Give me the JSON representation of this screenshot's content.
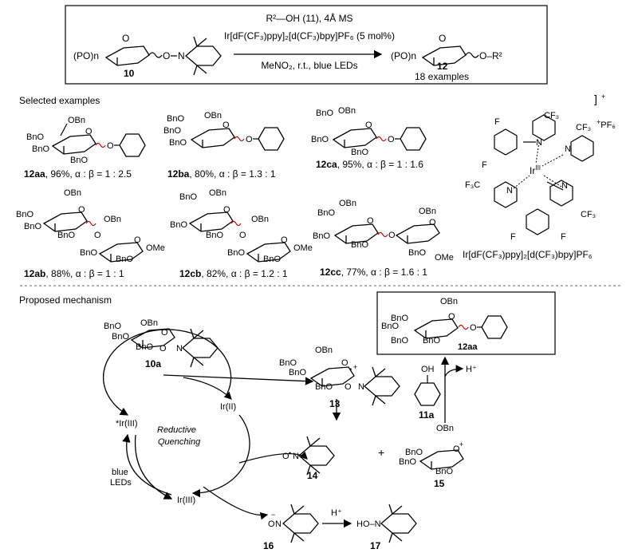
{
  "scheme": {
    "reagent_line1": "R²—OH (11), 4Å MS",
    "reagent_line2": "Ir[dF(CF₃)ppy]₂[d(CF₃)bpy]PF₆ (5 mol%)",
    "reagent_line3": "MeNO₂, r.t., blue LEDs",
    "start_label": "10",
    "product_label": "12",
    "product_count": "18 examples",
    "start_po": "(PO)n",
    "start_o": "O",
    "start_on": "O",
    "start_n": "N",
    "product_po": "(PO)n",
    "product_or": "O–R²"
  },
  "examples": {
    "heading": "Selected examples",
    "items": [
      {
        "id": "12aa",
        "caption": ", 96%, α : β = 1 : 2.5"
      },
      {
        "id": "12ba",
        "caption": ", 80%, α : β = 1.3 : 1"
      },
      {
        "id": "12ca",
        "caption": ", 95%, α : β = 1 : 1.6"
      },
      {
        "id": "12ab",
        "caption": ", 88%, α : β = 1 : 1"
      },
      {
        "id": "12cb",
        "caption": ", 82%, α : β = 1.2 : 1"
      },
      {
        "id": "12cc",
        "caption": ", 77%, α : β = 1.6 : 1"
      }
    ]
  },
  "labels": {
    "bn": "BnO",
    "obn": "OBn",
    "o": "O",
    "ome": "OMe",
    "n": "N",
    "plus": "+",
    "minus": "−",
    "dot": "•"
  },
  "catalyst": {
    "name": "Ir[dF(CF₃)ppy]₂[d(CF₃)bpy]PF₆",
    "metal": "Ir",
    "oxidation": "III",
    "counterion": "PF₆",
    "charge": "+",
    "cf3": "CF₃",
    "f3c": "F₃C",
    "f": "F",
    "n": "N"
  },
  "mechanism": {
    "heading": "Proposed mechanism",
    "compound_10a": "10a",
    "compound_13": "13",
    "compound_14": "14",
    "compound_15": "15",
    "compound_16": "16",
    "compound_17": "17",
    "compound_11a": "11a",
    "compound_12aa": "12aa",
    "ir_excited": "*Ir(III)",
    "ir_ii": "Ir(II)",
    "ir_iii": "Ir(III)",
    "cycle_line1": "Reductive",
    "cycle_line2": "Quenching",
    "light_line1": "blue",
    "light_line2": "LEDs",
    "h_plus": "H⁺",
    "oh": "OH",
    "ho_n": "HO–N",
    "plus_sign": "+"
  }
}
